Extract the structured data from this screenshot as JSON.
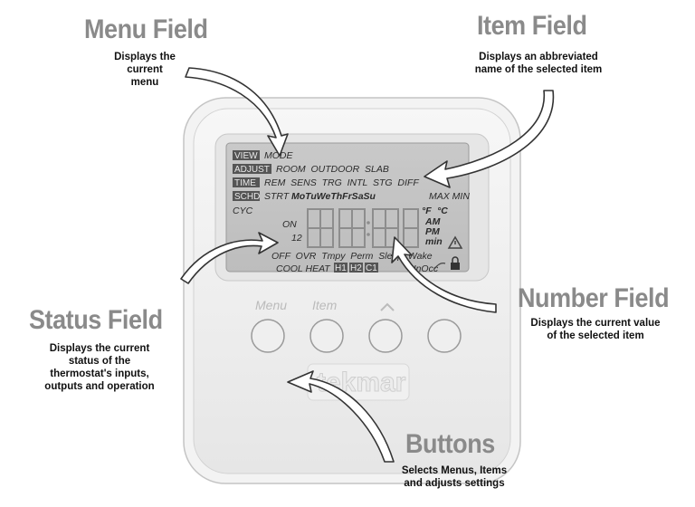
{
  "callouts": {
    "menu_field": {
      "title": "Menu Field",
      "desc": "Displays the\ncurrent\nmenu"
    },
    "item_field": {
      "title": "Item Field",
      "desc": "Displays an abbreviated\nname of the selected item"
    },
    "number_field": {
      "title": "Number Field",
      "desc": "Displays the current value\nof the selected item"
    },
    "status_field": {
      "title": "Status Field",
      "desc": "Displays the current\nstatus of the\nthermostat's inputs,\noutputs and operation"
    },
    "buttons": {
      "title": "Buttons",
      "desc": "Selects Menus, Items\nand adjusts settings"
    }
  },
  "lcd": {
    "menus": [
      "VIEW",
      "ADJUST",
      "TIME",
      "SCHD"
    ],
    "row1": "MODE",
    "row2": "ROOM  OUTDOOR  SLAB",
    "row3": "REM  SENS  TRG  INTL  STG  DIFF",
    "row4_prefix": "STRT",
    "row4_days": "MoTuWeThFrSaSu",
    "row4_suffix": "MAX MIN",
    "cyc": "CYC",
    "on": "ON",
    "num12": "12",
    "units": {
      "f": "°F",
      "c": "°C",
      "am": "AM",
      "pm": "PM",
      "min": "min"
    },
    "status_row1": "OFF  OVR  Tmpy  Perm  Sleep  Wake",
    "status_row2_prefix": "COOL HEAT",
    "status_tags": [
      "H1",
      "H2",
      "C1"
    ],
    "status_row2_suffix": "UnOcc"
  },
  "buttons": [
    "Menu",
    "Item",
    "^",
    ""
  ],
  "brand": "tekmar"
}
